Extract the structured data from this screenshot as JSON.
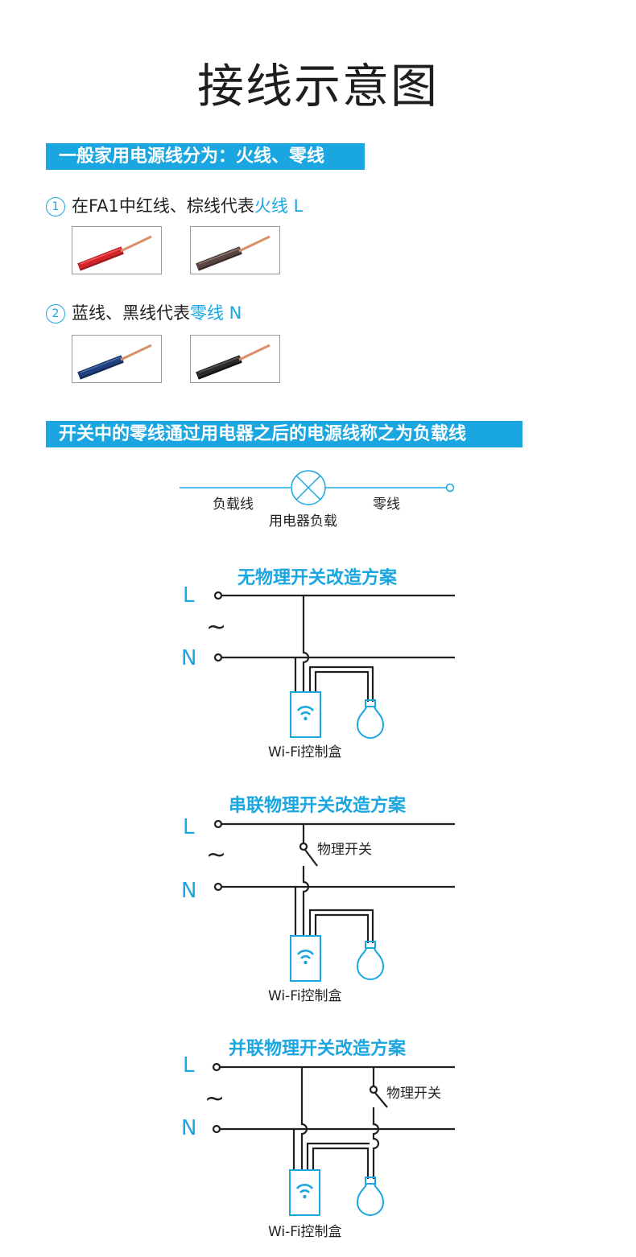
{
  "title": "接线示意图",
  "section1": {
    "heading": "一般家用电源线分为：火线、零线",
    "item1": {
      "num": "1",
      "text": "在FA1中红线、棕线代表",
      "highlight": "火线 L"
    },
    "item2": {
      "num": "2",
      "text": "蓝线、黑线代表",
      "highlight": "零线 N"
    },
    "colors": {
      "red": "#d6232a",
      "brown": "#5a4640",
      "blue": "#1f3f7e",
      "black": "#2a2a2a",
      "copper": "#d9906a"
    }
  },
  "section2": {
    "heading": "开关中的零线通过用电器之后的电源线称之为负载线",
    "load_wire": "负载线",
    "neutral_wire": "零线",
    "load_label": "用电器负载"
  },
  "diagrams": [
    {
      "title": "无物理开关改造方案",
      "L": "L",
      "N": "N",
      "tilde": "~",
      "box_label": "Wi-Fi控制盒"
    },
    {
      "title": "串联物理开关改造方案",
      "L": "L",
      "N": "N",
      "tilde": "~",
      "switch_label": "物理开关",
      "box_label": "Wi-Fi控制盒"
    },
    {
      "title": "并联物理开关改造方案",
      "L": "L",
      "N": "N",
      "tilde": "~",
      "switch_label": "物理开关",
      "box_label": "Wi-Fi控制盒"
    }
  ],
  "accent": "#1aa6e0"
}
